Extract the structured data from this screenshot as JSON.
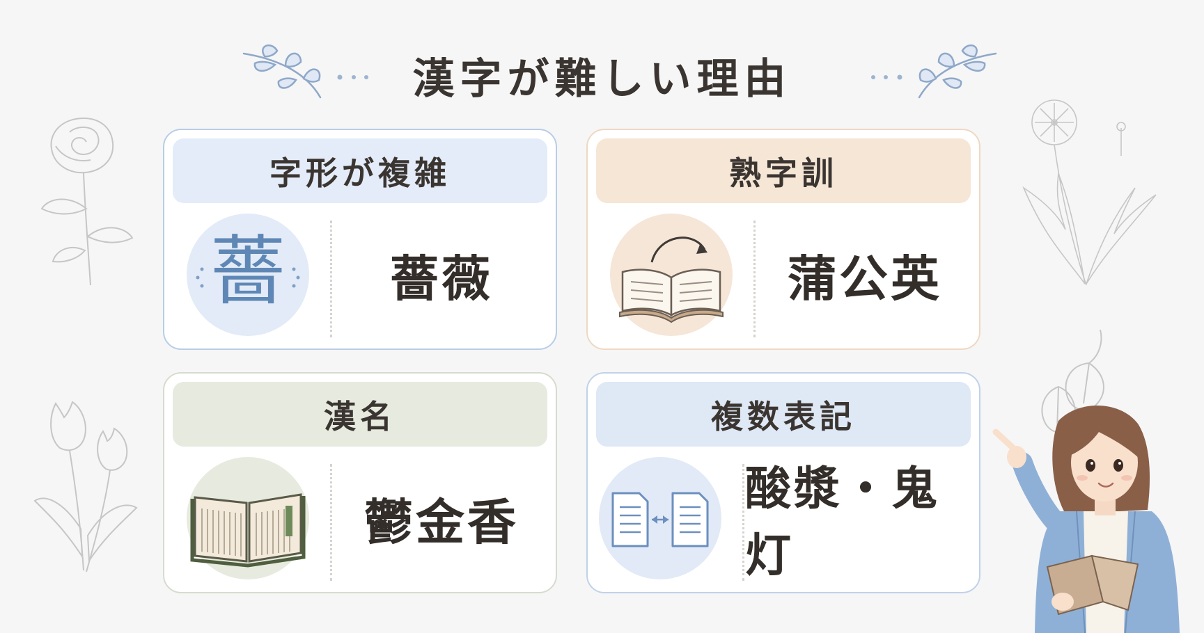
{
  "title": "漢字が難しい理由",
  "cards": [
    {
      "heading": "字形が複雑",
      "example": "薔薇",
      "icon": "complex-kanji-icon",
      "icon_char": "薔",
      "accent": "#b8cde6"
    },
    {
      "heading": "熟字訓",
      "example": "蒲公英",
      "icon": "open-book-arrow-icon",
      "accent": "#efd8c2"
    },
    {
      "heading": "漢名",
      "example": "鬱金香",
      "icon": "old-book-icon",
      "accent": "#d5dccd"
    },
    {
      "heading": "複数表記",
      "example": "酸漿・鬼灯",
      "icon": "two-documents-exchange-icon",
      "accent": "#c0d2e8"
    }
  ],
  "decorations": [
    "rose-sketch",
    "tulip-sketch",
    "dandelion-sketch",
    "lantern-plant-sketch",
    "leaf-sprig-left",
    "leaf-sprig-right",
    "teacher-illustration"
  ]
}
